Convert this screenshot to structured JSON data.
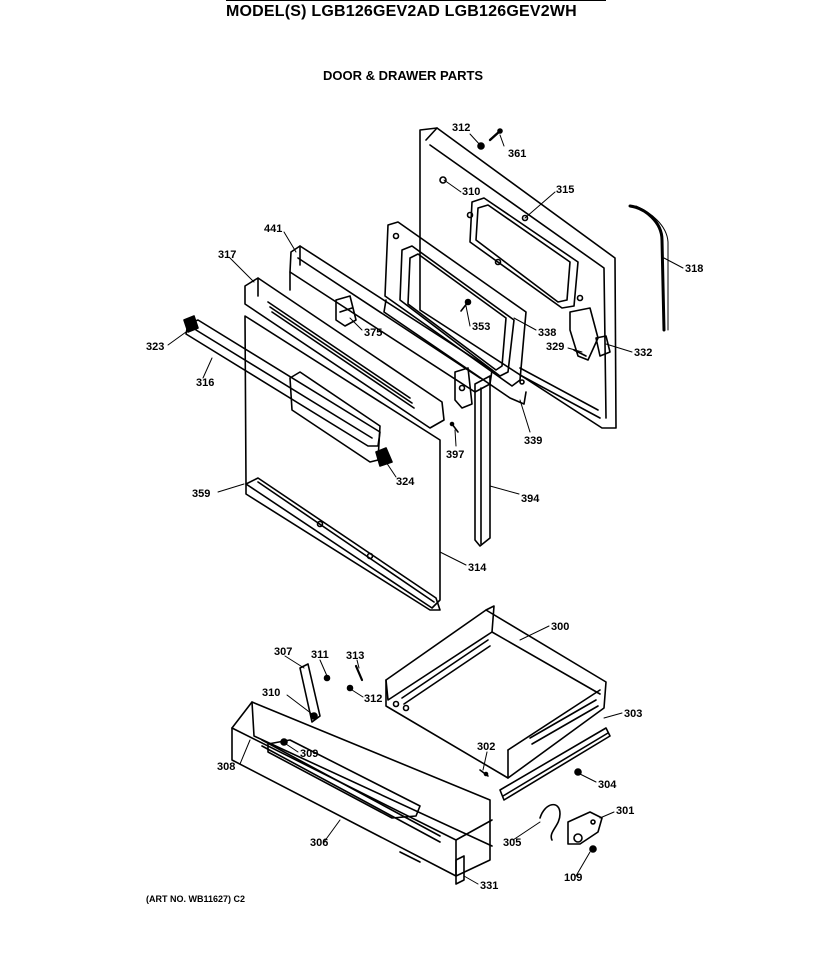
{
  "header": {
    "title": "MODEL(S) LGB126GEV2AD  LGB126GEV2WH",
    "subtitle": "DOOR & DRAWER PARTS"
  },
  "footer": {
    "art_no": "(ART NO. WB11627) C2"
  },
  "labels": {
    "p312a": "312",
    "p361": "361",
    "p310a": "310",
    "p315": "315",
    "p441": "441",
    "p317": "317",
    "p318": "318",
    "p323": "323",
    "p316": "316",
    "p375": "375",
    "p353": "353",
    "p338": "338",
    "p329": "329",
    "p332": "332",
    "p339": "339",
    "p397": "397",
    "p324": "324",
    "p359": "359",
    "p394": "394",
    "p314": "314",
    "p300": "300",
    "p307": "307",
    "p311": "311",
    "p313": "313",
    "p310b": "310",
    "p312b": "312",
    "p303": "303",
    "p309": "309",
    "p308": "308",
    "p302": "302",
    "p304": "304",
    "p301": "301",
    "p305": "305",
    "p306": "306",
    "p109": "109",
    "p331": "331"
  }
}
